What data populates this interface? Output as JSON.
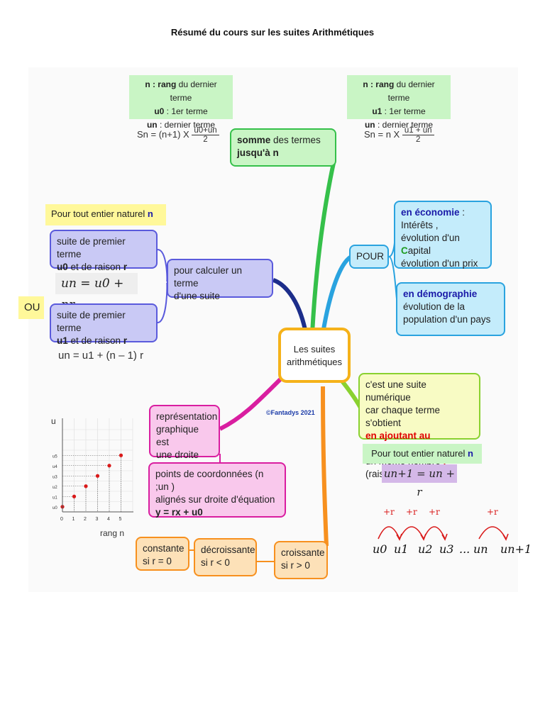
{
  "title": "Résumé du cours sur les suites Arithmétiques",
  "center": {
    "line1": "Les suites",
    "line2": "arithmétiques",
    "credit": "©Fantadys 2021"
  },
  "sum_left": {
    "line1_bold": "n : rang",
    "line1_rest": " du dernier terme",
    "line2_bold": "u0",
    "line2_rest": " : 1er terme",
    "line3_bold": "un",
    "line3_rest": " : dernier terme",
    "formula_left": "Sn = (n+1) X",
    "frac_num": "u0+un",
    "frac_den": "2"
  },
  "sum_right": {
    "line1_bold": "n : rang",
    "line1_rest": " du dernier terme",
    "line2_bold": "u1",
    "line2_rest": " : 1er terme",
    "line3_bold": "un",
    "line3_rest": " : dernier terme",
    "formula_left": "Sn = n X",
    "frac_num": "u1 + un",
    "frac_den": "2"
  },
  "somme_box": {
    "bold1": "somme",
    "rest1": " des termes",
    "bold2": "jusqu'à n"
  },
  "left_branch": {
    "note_text": "Pour tout entier naturel ",
    "note_n": "n",
    "box1_l1": "suite de premier terme",
    "box1_l2_bold": "u0",
    "box1_l2_rest": " et de raison ",
    "box1_r": "r",
    "formula1": "un = u0 + nr",
    "ou": "OU",
    "box2_l1": "suite de premier terme",
    "box2_l2_bold": "u1",
    "box2_l2_rest": " et de raison ",
    "box2_r": "r",
    "formula2": "un = u1 + (n – 1) r",
    "calc_box_l1": "pour calculer un terme",
    "calc_box_l2": "d'une suite"
  },
  "right_branch": {
    "pour": "POUR",
    "eco_bold": "en économie",
    "eco_colon": " :",
    "eco_l2": "Intérêts ,",
    "eco_l3a": "évolution d'un ",
    "eco_l3c": "C",
    "eco_l3b": "apital",
    "eco_l4": "évolution d'un prix",
    "demo_bold": "en démographie",
    "demo_l2": "évolution de la",
    "demo_l3": "population d'un pays"
  },
  "definition": {
    "l1": "c'est une suite numérique",
    "l2": "car chaque terme s'obtient",
    "l3_red": "en ajoutant au précédent",
    "l4a": "un même nombre ",
    "l4_r": "r",
    "l4b": " (raison)",
    "note_text": "Pour tout entier naturel ",
    "note_n": "n",
    "recurrence": "un+1 = un + r"
  },
  "graph_branch": {
    "box1_l1": "représentation",
    "box1_l2": "graphique est",
    "box1_l3": "une droite",
    "box2_l1": "points de coordonnées (n ;un )",
    "box2_l2": "alignés sur droite d'équation",
    "box2_l3": "y = rx + u0",
    "axis_y": "u",
    "axis_x": "rang n",
    "x_ticks": [
      "0",
      "1",
      "2",
      "3",
      "4",
      "5"
    ],
    "y_ticks": [
      "u0",
      "u1",
      "u2",
      "u3",
      "u4",
      "u5"
    ]
  },
  "monotony": {
    "c_l1": "constante",
    "c_l2": "si r = 0",
    "d_l1": "décroissante",
    "d_l2": "si r < 0",
    "i_l1": "croissante",
    "i_l2": "si r > 0"
  },
  "sequence_diagram": {
    "labels": [
      "u0",
      "u1",
      "u2",
      "u3",
      "...",
      "un",
      "un+1"
    ],
    "arrow_label": "+r"
  },
  "colors": {
    "green": "#35c04a",
    "purple": "#5a5adc",
    "blue": "#2aa3df",
    "lime": "#8ad130",
    "magenta": "#d91ea0",
    "orange": "#f7901e",
    "center": "#f5b21a"
  }
}
